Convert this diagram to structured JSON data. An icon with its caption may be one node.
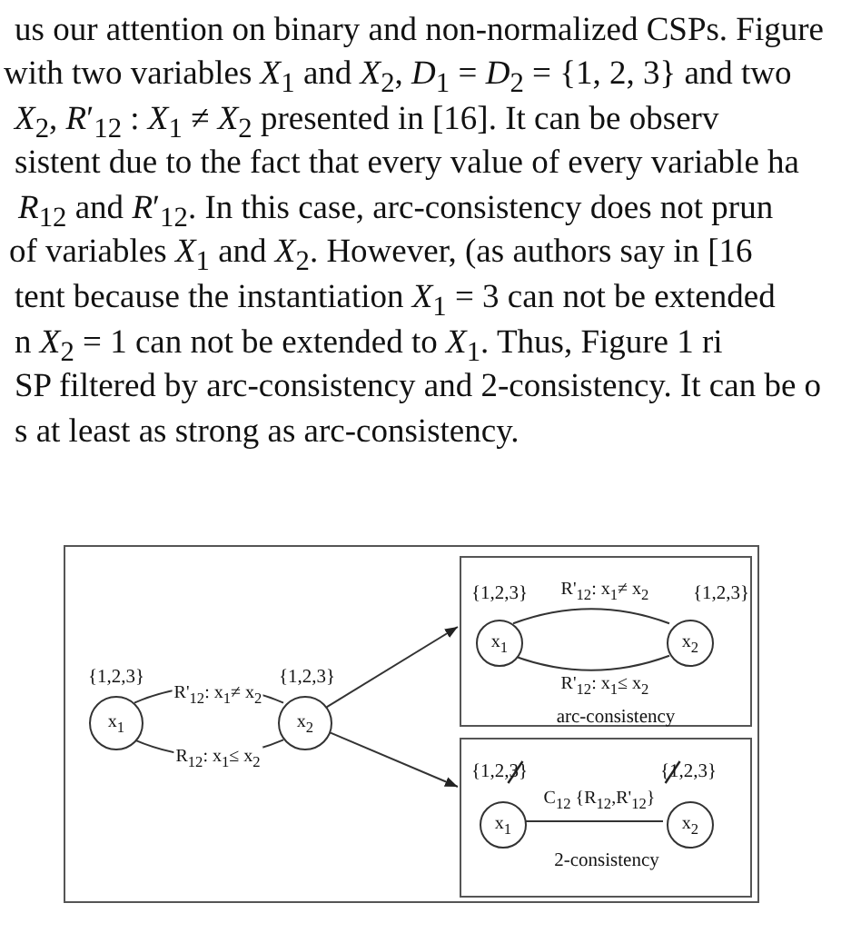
{
  "diagram": {
    "nodes": [
      {
        "text": [],
        "shape": "box"
      },
      {
        "text": [
          "x$_{1}$"
        ],
        "in": 0,
        "beside": [
          "{1,2,3}"
        ]
      },
      {
        "text": [
          "x$_{2}$"
        ],
        "in": 0,
        "beside": [
          "{1,2,3}"
        ]
      },
      {
        "text": [
          "arc-consistency"
        ],
        "in": 0
      },
      {
        "text": [
          "x$_{1}$"
        ],
        "in": 3,
        "beside": [
          "{1,2,3}"
        ]
      },
      {
        "text": [
          "x$_{2}$"
        ],
        "in": 3,
        "beside": [
          "{1,2,3}"
        ]
      },
      {
        "text": [
          "2-consistency"
        ],
        "in": 0
      },
      {
        "text": [
          "x$_{1}$"
        ],
        "in": 6,
        "beside": [
          "{1,2,3}"
        ]
      },
      {
        "text": [
          "x$_{2}$"
        ],
        "in": 6,
        "beside": [
          "{1,2,3}"
        ]
      }
    ],
    "edges": [
      {
        "from": 1,
        "to": 2,
        "arrow": "none",
        "label": "R'$_{12}$: x$_{1}$≠ x$_{2}$"
      },
      {
        "from": 1,
        "to": 2,
        "arrow": "none",
        "label": "R$_{12}$: x$_{1}$≤ x$_{2}$"
      },
      {
        "from": 2,
        "to": 3,
        "arrow": "to"
      },
      {
        "from": 2,
        "to": 6,
        "arrow": "to"
      },
      {
        "from": 4,
        "to": 5,
        "arrow": "none",
        "label": "R'$_{12}$: x$_{1}$≠ x$_{2}$"
      },
      {
        "from": 4,
        "to": 5,
        "arrow": "none",
        "label": "R'$_{12}$: x$_{1}$≤ x$_{2}$"
      },
      {
        "from": 7,
        "to": 8,
        "arrow": "none",
        "label": "C$_{12}$ {R$_{12}$,R'$_{12}$}"
      }
    ],
    "labels": [
      "us our attention on binary and non-normalized CSPs. Figure",
      "with two variables *X*$_{1}$ and *X*$_{2}$, *D*$_{1}$ = *D*$_{2}$ = {1, 2, 3} and two",
      "*X*$_{2}$, *R*′$_{12}$ : *X*$_{1}$ ≠ *X*$_{2}$ presented in [16]. It can be observ",
      "sistent due to the fact that every value of every variable ha",
      "*R*$_{12}$ and *R*′$_{12}$. In this case, arc-consistency does not prun",
      "of variables *X*$_{1}$ and *X*$_{2}$. However, (as authors say in [16",
      "tent because the instantiation *X*$_{1}$ = 3 can not be extended",
      "n *X*$_{2}$ = 1 can not be extended to *X*$_{1}$. Thus, Figure 1 ri",
      "SP filtered by arc-consistency and 2-consistency. It can be o",
      "s at least as strong as arc-consistency."
    ]
  }
}
